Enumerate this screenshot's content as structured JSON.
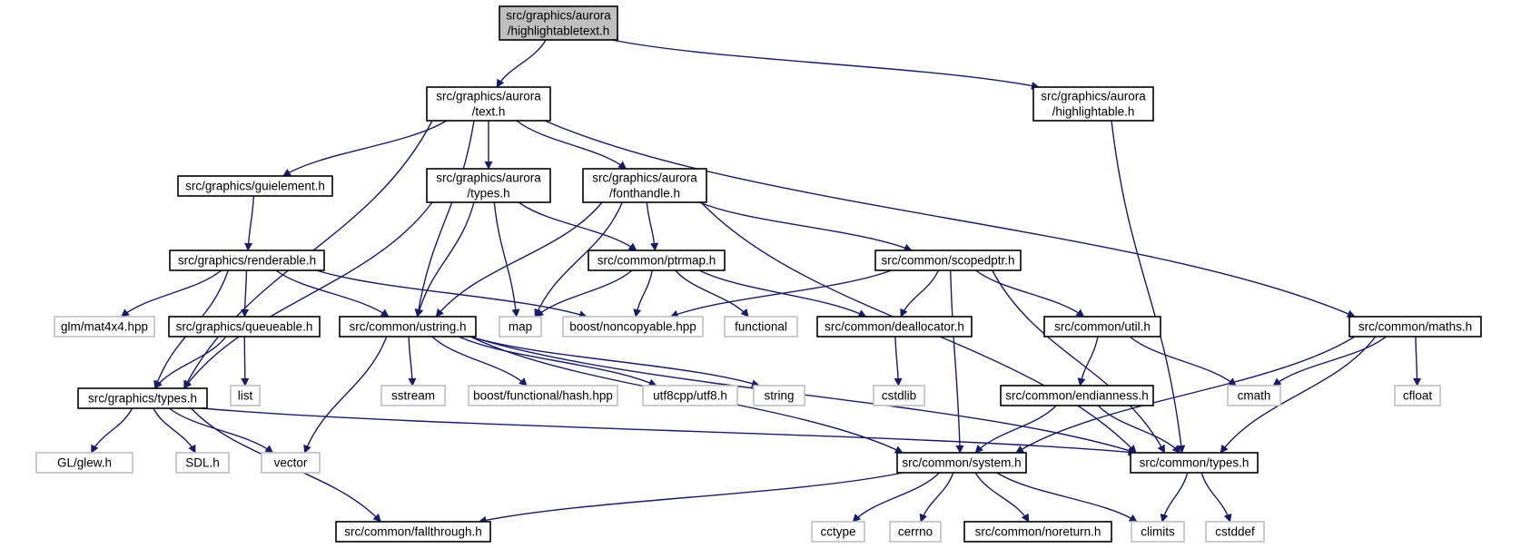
{
  "colors": {
    "edge": "#191970",
    "root_fill": "#bfbfbf",
    "internal_border": "#000000",
    "external_border": "#bfbfbf",
    "text": "#000000"
  },
  "nodes": [
    {
      "id": "highlightabletext",
      "lines": [
        "src/graphics/aurora",
        "/highlightabletext.h"
      ],
      "kind": "root"
    },
    {
      "id": "text",
      "lines": [
        "src/graphics/aurora",
        "/text.h"
      ],
      "kind": "internal"
    },
    {
      "id": "highlightable",
      "lines": [
        "src/graphics/aurora",
        "/highlightable.h"
      ],
      "kind": "internal"
    },
    {
      "id": "guielement",
      "lines": [
        "src/graphics/guielement.h"
      ],
      "kind": "internal"
    },
    {
      "id": "auroratypes",
      "lines": [
        "src/graphics/aurora",
        "/types.h"
      ],
      "kind": "internal"
    },
    {
      "id": "fonthandle",
      "lines": [
        "src/graphics/aurora",
        "/fonthandle.h"
      ],
      "kind": "internal"
    },
    {
      "id": "renderable",
      "lines": [
        "src/graphics/renderable.h"
      ],
      "kind": "internal"
    },
    {
      "id": "ptrmap",
      "lines": [
        "src/common/ptrmap.h"
      ],
      "kind": "internal"
    },
    {
      "id": "scopedptr",
      "lines": [
        "src/common/scopedptr.h"
      ],
      "kind": "internal"
    },
    {
      "id": "mat4x4",
      "lines": [
        "glm/mat4x4.hpp"
      ],
      "kind": "external"
    },
    {
      "id": "queueable",
      "lines": [
        "src/graphics/queueable.h"
      ],
      "kind": "internal"
    },
    {
      "id": "ustring",
      "lines": [
        "src/common/ustring.h"
      ],
      "kind": "internal"
    },
    {
      "id": "map",
      "lines": [
        "map"
      ],
      "kind": "external"
    },
    {
      "id": "noncopyable",
      "lines": [
        "boost/noncopyable.hpp"
      ],
      "kind": "external"
    },
    {
      "id": "functional",
      "lines": [
        "functional"
      ],
      "kind": "external"
    },
    {
      "id": "deallocator",
      "lines": [
        "src/common/deallocator.h"
      ],
      "kind": "internal"
    },
    {
      "id": "util",
      "lines": [
        "src/common/util.h"
      ],
      "kind": "internal"
    },
    {
      "id": "maths",
      "lines": [
        "src/common/maths.h"
      ],
      "kind": "internal"
    },
    {
      "id": "graphicstypes",
      "lines": [
        "src/graphics/types.h"
      ],
      "kind": "internal"
    },
    {
      "id": "list",
      "lines": [
        "list"
      ],
      "kind": "external"
    },
    {
      "id": "sstream",
      "lines": [
        "sstream"
      ],
      "kind": "external"
    },
    {
      "id": "hash",
      "lines": [
        "boost/functional/hash.hpp"
      ],
      "kind": "external"
    },
    {
      "id": "utf8",
      "lines": [
        "utf8cpp/utf8.h"
      ],
      "kind": "external"
    },
    {
      "id": "string",
      "lines": [
        "string"
      ],
      "kind": "external"
    },
    {
      "id": "cstdlib",
      "lines": [
        "cstdlib"
      ],
      "kind": "external"
    },
    {
      "id": "endianness",
      "lines": [
        "src/common/endianness.h"
      ],
      "kind": "internal"
    },
    {
      "id": "cmath",
      "lines": [
        "cmath"
      ],
      "kind": "external"
    },
    {
      "id": "cfloat",
      "lines": [
        "cfloat"
      ],
      "kind": "external"
    },
    {
      "id": "glew",
      "lines": [
        "GL/glew.h"
      ],
      "kind": "external"
    },
    {
      "id": "sdl",
      "lines": [
        "SDL.h"
      ],
      "kind": "external"
    },
    {
      "id": "vector",
      "lines": [
        "vector"
      ],
      "kind": "external"
    },
    {
      "id": "system",
      "lines": [
        "src/common/system.h"
      ],
      "kind": "internal"
    },
    {
      "id": "commontypes",
      "lines": [
        "src/common/types.h"
      ],
      "kind": "internal"
    },
    {
      "id": "fallthrough",
      "lines": [
        "src/common/fallthrough.h"
      ],
      "kind": "internal"
    },
    {
      "id": "cctype",
      "lines": [
        "cctype"
      ],
      "kind": "external"
    },
    {
      "id": "cerrno",
      "lines": [
        "cerrno"
      ],
      "kind": "external"
    },
    {
      "id": "noreturn",
      "lines": [
        "src/common/noreturn.h"
      ],
      "kind": "internal"
    },
    {
      "id": "climits",
      "lines": [
        "climits"
      ],
      "kind": "external"
    },
    {
      "id": "cstddef",
      "lines": [
        "cstddef"
      ],
      "kind": "external"
    }
  ],
  "edges": [
    {
      "from": "highlightabletext",
      "to": "text"
    },
    {
      "from": "highlightabletext",
      "to": "highlightable"
    },
    {
      "from": "highlightable",
      "to": "commontypes"
    },
    {
      "from": "text",
      "to": "guielement"
    },
    {
      "from": "text",
      "to": "auroratypes"
    },
    {
      "from": "text",
      "to": "fonthandle"
    },
    {
      "from": "text",
      "to": "ustring"
    },
    {
      "from": "text",
      "to": "graphicstypes"
    },
    {
      "from": "text",
      "to": "maths"
    },
    {
      "from": "guielement",
      "to": "renderable"
    },
    {
      "from": "auroratypes",
      "to": "ptrmap"
    },
    {
      "from": "auroratypes",
      "to": "ustring"
    },
    {
      "from": "auroratypes",
      "to": "map"
    },
    {
      "from": "auroratypes",
      "to": "graphicstypes"
    },
    {
      "from": "fonthandle",
      "to": "ptrmap"
    },
    {
      "from": "fonthandle",
      "to": "scopedptr"
    },
    {
      "from": "fonthandle",
      "to": "ustring"
    },
    {
      "from": "fonthandle",
      "to": "map"
    },
    {
      "from": "fonthandle",
      "to": "commontypes"
    },
    {
      "from": "renderable",
      "to": "mat4x4"
    },
    {
      "from": "renderable",
      "to": "queueable"
    },
    {
      "from": "renderable",
      "to": "ustring"
    },
    {
      "from": "renderable",
      "to": "noncopyable"
    },
    {
      "from": "renderable",
      "to": "graphicstypes"
    },
    {
      "from": "ptrmap",
      "to": "map"
    },
    {
      "from": "ptrmap",
      "to": "noncopyable"
    },
    {
      "from": "ptrmap",
      "to": "functional"
    },
    {
      "from": "ptrmap",
      "to": "deallocator"
    },
    {
      "from": "scopedptr",
      "to": "noncopyable"
    },
    {
      "from": "scopedptr",
      "to": "deallocator"
    },
    {
      "from": "scopedptr",
      "to": "util"
    },
    {
      "from": "scopedptr",
      "to": "system"
    },
    {
      "from": "scopedptr",
      "to": "commontypes"
    },
    {
      "from": "queueable",
      "to": "graphicstypes"
    },
    {
      "from": "queueable",
      "to": "list"
    },
    {
      "from": "ustring",
      "to": "sstream"
    },
    {
      "from": "ustring",
      "to": "hash"
    },
    {
      "from": "ustring",
      "to": "utf8"
    },
    {
      "from": "ustring",
      "to": "string"
    },
    {
      "from": "ustring",
      "to": "vector"
    },
    {
      "from": "ustring",
      "to": "system"
    },
    {
      "from": "ustring",
      "to": "commontypes"
    },
    {
      "from": "deallocator",
      "to": "cstdlib"
    },
    {
      "from": "util",
      "to": "endianness"
    },
    {
      "from": "util",
      "to": "cmath"
    },
    {
      "from": "maths",
      "to": "cmath"
    },
    {
      "from": "maths",
      "to": "cfloat"
    },
    {
      "from": "maths",
      "to": "system"
    },
    {
      "from": "maths",
      "to": "commontypes"
    },
    {
      "from": "graphicstypes",
      "to": "glew"
    },
    {
      "from": "graphicstypes",
      "to": "sdl"
    },
    {
      "from": "graphicstypes",
      "to": "vector"
    },
    {
      "from": "graphicstypes",
      "to": "fallthrough"
    },
    {
      "from": "graphicstypes",
      "to": "commontypes"
    },
    {
      "from": "endianness",
      "to": "system"
    },
    {
      "from": "endianness",
      "to": "commontypes"
    },
    {
      "from": "system",
      "to": "fallthrough"
    },
    {
      "from": "system",
      "to": "cctype"
    },
    {
      "from": "system",
      "to": "cerrno"
    },
    {
      "from": "system",
      "to": "noreturn"
    },
    {
      "from": "system",
      "to": "climits"
    },
    {
      "from": "commontypes",
      "to": "climits"
    },
    {
      "from": "commontypes",
      "to": "cstddef"
    }
  ]
}
